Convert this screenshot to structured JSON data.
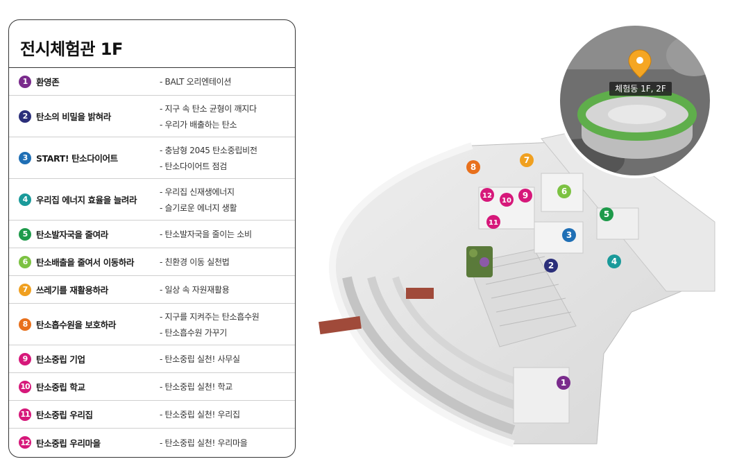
{
  "legend": {
    "title": "전시체험관 1F",
    "zones": [
      {
        "num": "1",
        "name": "환영존",
        "color": "#7a2b8c",
        "details": [
          "- BALT 오리엔테이션"
        ]
      },
      {
        "num": "2",
        "name": "탄소의 비밀을 밝혀라",
        "color": "#2b2f7a",
        "details": [
          "- 지구 속 탄소 균형이 깨지다",
          "- 우리가 배출하는 탄소"
        ]
      },
      {
        "num": "3",
        "name": "START! 탄소다이어트",
        "color": "#1f6fb5",
        "details": [
          "- 충남형 2045 탄소중립비전",
          "- 탄소다이어트 점검"
        ]
      },
      {
        "num": "4",
        "name": "우리집 에너지 효율을 늘려라",
        "color": "#1a9a9a",
        "details": [
          "- 우리집 신재생에너지",
          "- 슬기로운 에너지 생활"
        ]
      },
      {
        "num": "5",
        "name": "탄소발자국을 줄여라",
        "color": "#1e9a4a",
        "details": [
          "- 탄소발자국을 줄이는 소비"
        ]
      },
      {
        "num": "6",
        "name": "탄소배출을 줄여서 이동하라",
        "color": "#7cc242",
        "details": [
          "- 친환경 이동 실천법"
        ]
      },
      {
        "num": "7",
        "name": "쓰레기를 재활용하라",
        "color": "#f0a020",
        "details": [
          "- 일상 속 자원재활용"
        ]
      },
      {
        "num": "8",
        "name": "탄소흡수원을 보호하라",
        "color": "#e8701c",
        "details": [
          "- 지구를 지켜주는 탄소흡수원",
          "- 탄소흡수원 가꾸기"
        ]
      },
      {
        "num": "9",
        "name": "탄소중립 기업",
        "color": "#d6187a",
        "details": [
          "- 탄소중립 실천! 사무실"
        ]
      },
      {
        "num": "10",
        "name": "탄소중립 학교",
        "color": "#d6187a",
        "details": [
          "- 탄소중립 실천! 학교"
        ]
      },
      {
        "num": "11",
        "name": "탄소중립 우리집",
        "color": "#d6187a",
        "details": [
          "- 탄소중립 실천! 우리집"
        ]
      },
      {
        "num": "12",
        "name": "탄소중립 우리마을",
        "color": "#d6187a",
        "details": [
          "- 탄소중립 실천! 우리마을"
        ]
      }
    ]
  },
  "map": {
    "location_label": "체험동 1F, 2F",
    "pin_color": "#f5a623"
  }
}
